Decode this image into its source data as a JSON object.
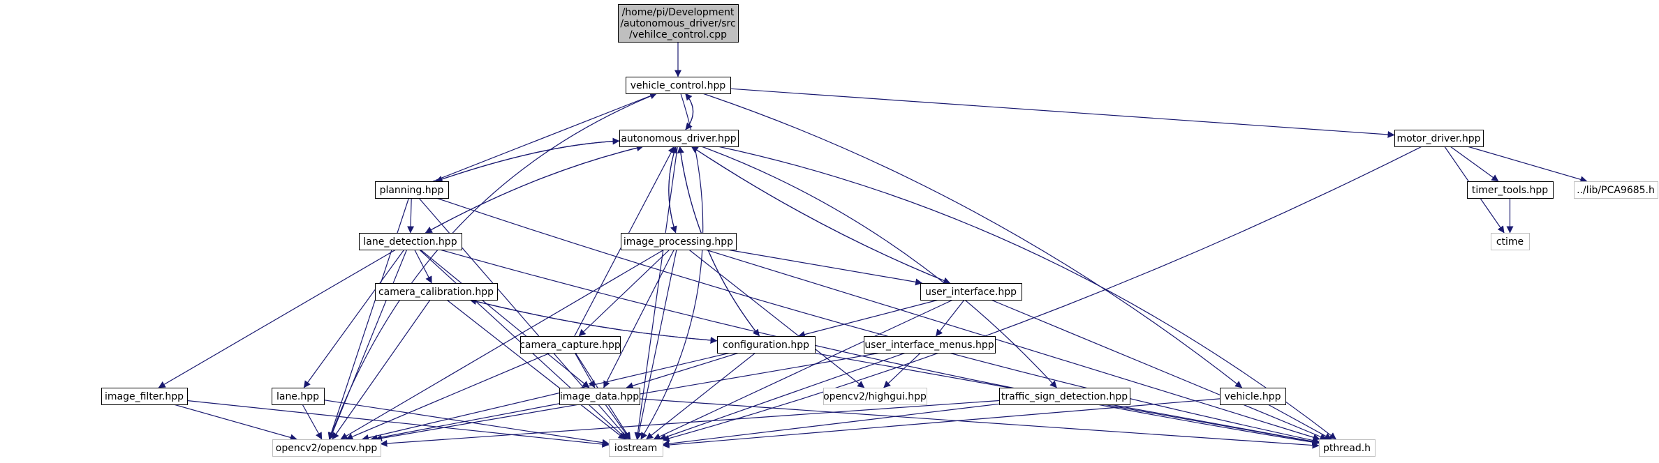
{
  "colors": {
    "edge": "#191970",
    "node_border": "#000000",
    "node_border_external": "#bfbfbf",
    "root_fill": "#bfbfbf",
    "node_fill": "#ffffff"
  },
  "nodes": [
    {
      "id": "root",
      "lines": [
        "/home/pi/Development",
        "/autonomous_driver/src",
        "/vehilce_control.cpp"
      ],
      "kind": "root"
    },
    {
      "id": "vehicle_control",
      "lines": [
        "vehicle_control.hpp"
      ],
      "kind": "header"
    },
    {
      "id": "autonomous_driver",
      "lines": [
        "autonomous_driver.hpp"
      ],
      "kind": "header"
    },
    {
      "id": "motor_driver",
      "lines": [
        "motor_driver.hpp"
      ],
      "kind": "header"
    },
    {
      "id": "planning",
      "lines": [
        "planning.hpp"
      ],
      "kind": "header"
    },
    {
      "id": "timer_tools",
      "lines": [
        "timer_tools.hpp"
      ],
      "kind": "header"
    },
    {
      "id": "pca9685",
      "lines": [
        "../lib/PCA9685.h"
      ],
      "kind": "external"
    },
    {
      "id": "lane_detection",
      "lines": [
        "lane_detection.hpp"
      ],
      "kind": "header"
    },
    {
      "id": "image_processing",
      "lines": [
        "image_processing.hpp"
      ],
      "kind": "header"
    },
    {
      "id": "ctime",
      "lines": [
        "ctime"
      ],
      "kind": "external"
    },
    {
      "id": "user_interface",
      "lines": [
        "user_interface.hpp"
      ],
      "kind": "header"
    },
    {
      "id": "camera_calibration",
      "lines": [
        "camera_calibration.hpp"
      ],
      "kind": "header"
    },
    {
      "id": "camera_capture",
      "lines": [
        "camera_capture.hpp"
      ],
      "kind": "header"
    },
    {
      "id": "configuration",
      "lines": [
        "configuration.hpp"
      ],
      "kind": "header"
    },
    {
      "id": "user_interface_menus",
      "lines": [
        "user_interface_menus.hpp"
      ],
      "kind": "header"
    },
    {
      "id": "image_filter",
      "lines": [
        "image_filter.hpp"
      ],
      "kind": "header"
    },
    {
      "id": "lane",
      "lines": [
        "lane.hpp"
      ],
      "kind": "header"
    },
    {
      "id": "image_data",
      "lines": [
        "image_data.hpp"
      ],
      "kind": "header"
    },
    {
      "id": "highgui",
      "lines": [
        "opencv2/highgui.hpp"
      ],
      "kind": "external"
    },
    {
      "id": "traffic_sign_detection",
      "lines": [
        "traffic_sign_detection.hpp"
      ],
      "kind": "header"
    },
    {
      "id": "vehicle",
      "lines": [
        "vehicle.hpp"
      ],
      "kind": "header"
    },
    {
      "id": "opencv",
      "lines": [
        "opencv2/opencv.hpp"
      ],
      "kind": "external"
    },
    {
      "id": "iostream",
      "lines": [
        "iostream"
      ],
      "kind": "external"
    },
    {
      "id": "pthread",
      "lines": [
        "pthread.h"
      ],
      "kind": "external"
    }
  ],
  "edges": [
    [
      "root",
      "vehicle_control"
    ],
    [
      "vehicle_control",
      "autonomous_driver"
    ],
    [
      "autonomous_driver",
      "vehicle_control"
    ],
    [
      "vehicle_control",
      "motor_driver"
    ],
    [
      "vehicle_control",
      "vehicle"
    ],
    [
      "vehicle_control",
      "iostream"
    ],
    [
      "vehicle_control",
      "opencv"
    ],
    [
      "autonomous_driver",
      "planning"
    ],
    [
      "planning",
      "autonomous_driver"
    ],
    [
      "planning",
      "vehicle_control"
    ],
    [
      "autonomous_driver",
      "lane_detection"
    ],
    [
      "lane_detection",
      "autonomous_driver"
    ],
    [
      "autonomous_driver",
      "image_processing"
    ],
    [
      "image_processing",
      "autonomous_driver"
    ],
    [
      "autonomous_driver",
      "configuration"
    ],
    [
      "configuration",
      "autonomous_driver"
    ],
    [
      "autonomous_driver",
      "user_interface"
    ],
    [
      "user_interface",
      "autonomous_driver"
    ],
    [
      "autonomous_driver",
      "traffic_sign_detection"
    ],
    [
      "autonomous_driver",
      "pthread"
    ],
    [
      "autonomous_driver",
      "iostream"
    ],
    [
      "camera_capture",
      "autonomous_driver"
    ],
    [
      "motor_driver",
      "timer_tools"
    ],
    [
      "motor_driver",
      "pca9685"
    ],
    [
      "motor_driver",
      "ctime"
    ],
    [
      "motor_driver",
      "iostream"
    ],
    [
      "timer_tools",
      "ctime"
    ],
    [
      "planning",
      "lane_detection"
    ],
    [
      "planning",
      "opencv"
    ],
    [
      "planning",
      "iostream"
    ],
    [
      "planning",
      "pthread"
    ],
    [
      "lane_detection",
      "camera_calibration"
    ],
    [
      "lane_detection",
      "image_filter"
    ],
    [
      "lane_detection",
      "lane"
    ],
    [
      "lane_detection",
      "image_data"
    ],
    [
      "lane_detection",
      "opencv"
    ],
    [
      "lane_detection",
      "iostream"
    ],
    [
      "lane_detection",
      "pthread"
    ],
    [
      "image_processing",
      "camera_capture"
    ],
    [
      "image_processing",
      "image_data"
    ],
    [
      "image_processing",
      "user_interface"
    ],
    [
      "image_processing",
      "highgui"
    ],
    [
      "image_processing",
      "opencv"
    ],
    [
      "image_processing",
      "iostream"
    ],
    [
      "image_processing",
      "pthread"
    ],
    [
      "user_interface",
      "configuration"
    ],
    [
      "user_interface",
      "user_interface_menus"
    ],
    [
      "user_interface",
      "iostream"
    ],
    [
      "user_interface",
      "pthread"
    ],
    [
      "camera_calibration",
      "configuration"
    ],
    [
      "configuration",
      "camera_calibration"
    ],
    [
      "camera_calibration",
      "opencv"
    ],
    [
      "camera_calibration",
      "iostream"
    ],
    [
      "camera_capture",
      "image_data"
    ],
    [
      "camera_capture",
      "opencv"
    ],
    [
      "camera_capture",
      "iostream"
    ],
    [
      "configuration",
      "image_data"
    ],
    [
      "configuration",
      "opencv"
    ],
    [
      "configuration",
      "iostream"
    ],
    [
      "configuration",
      "pthread"
    ],
    [
      "user_interface_menus",
      "highgui"
    ],
    [
      "user_interface_menus",
      "opencv"
    ],
    [
      "user_interface_menus",
      "iostream"
    ],
    [
      "image_filter",
      "opencv"
    ],
    [
      "image_filter",
      "iostream"
    ],
    [
      "lane",
      "opencv"
    ],
    [
      "lane",
      "iostream"
    ],
    [
      "image_data",
      "opencv"
    ],
    [
      "image_data",
      "iostream"
    ],
    [
      "image_data",
      "pthread"
    ],
    [
      "traffic_sign_detection",
      "opencv"
    ],
    [
      "traffic_sign_detection",
      "iostream"
    ],
    [
      "traffic_sign_detection",
      "pthread"
    ],
    [
      "vehicle",
      "iostream"
    ],
    [
      "vehicle",
      "pthread"
    ]
  ]
}
